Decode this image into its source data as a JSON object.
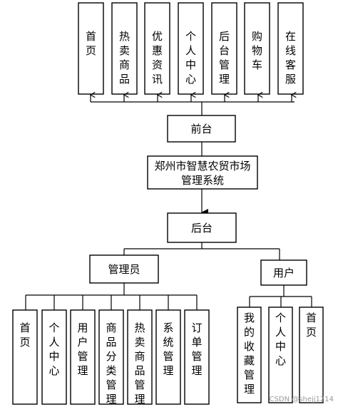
{
  "front": {
    "label": "前台",
    "modules": [
      "首页",
      "热卖商品",
      "优惠资讯",
      "个人中心",
      "后台管理",
      "购物车",
      "在线客服"
    ]
  },
  "system": {
    "line1": "郑州市智慧农贸市场",
    "line2": "管理系统"
  },
  "back": {
    "label": "后台",
    "admin": {
      "label": "管理员",
      "modules": [
        "首页",
        "个人中心",
        "用户管理",
        "商品分类管理",
        "热卖商品管理",
        "系统管理",
        "订单管理"
      ]
    },
    "user": {
      "label": "用户",
      "modules": [
        "我的收藏管理",
        "个人中心",
        "首页"
      ]
    }
  },
  "watermark": "CSDN @shejj1214"
}
